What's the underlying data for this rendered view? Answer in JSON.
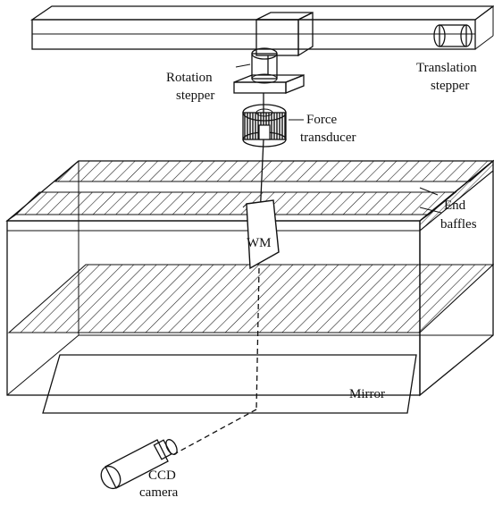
{
  "labels": {
    "rotation_stepper": [
      "Rotation",
      "stepper"
    ],
    "translation_stepper": [
      "Translation",
      "stepper"
    ],
    "force_transducer": [
      "Force",
      "transducer"
    ],
    "end_baffles": [
      "End",
      "baffles"
    ],
    "wing_model": "WM",
    "mirror": "Mirror",
    "ccd_camera": [
      "CCD",
      "camera"
    ]
  },
  "colors": {
    "ink": "#111111",
    "paper": "#ffffff"
  }
}
